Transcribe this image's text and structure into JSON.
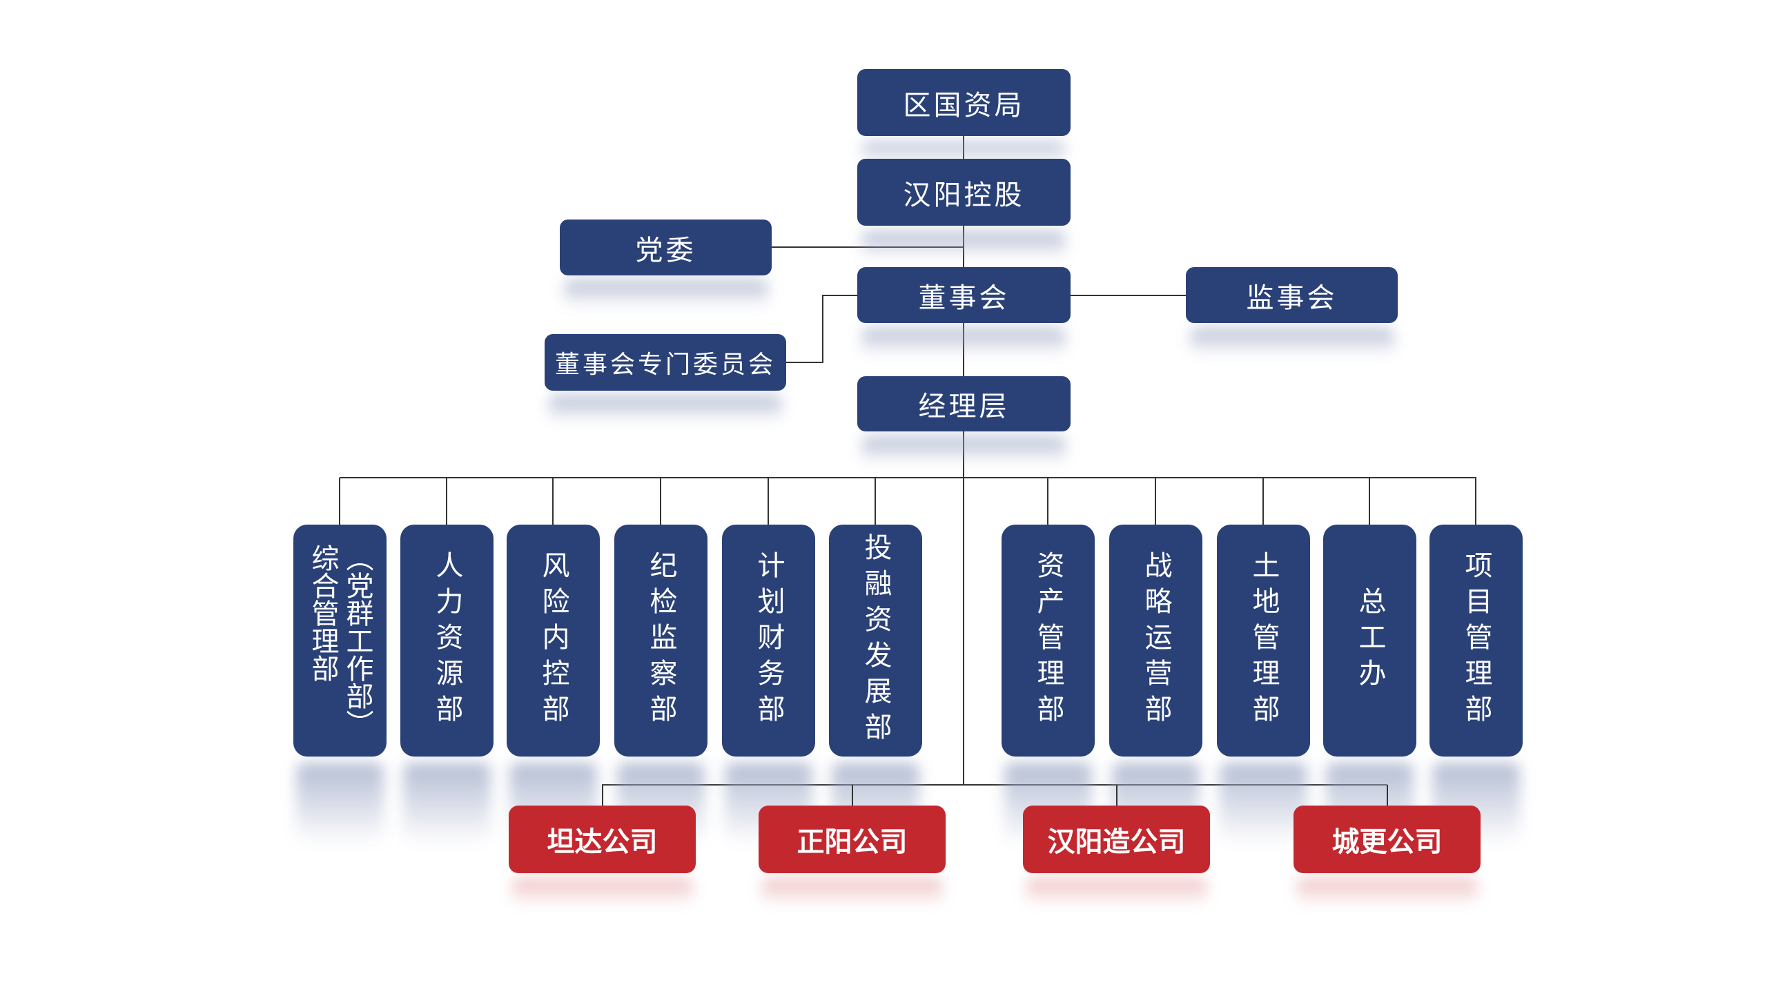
{
  "top": {
    "guoziju": "区国资局",
    "konggu": "汉阳控股",
    "dangwei": "党委",
    "dongshihui": "董事会",
    "jianshihui": "监事会",
    "zhuanmen": "董事会专门委员会",
    "jinglice": "经理层"
  },
  "departments": [
    {
      "label_main": "综合管理部",
      "label_sub": "（党群工作部）"
    },
    {
      "label": "人力资源部"
    },
    {
      "label": "风险内控部"
    },
    {
      "label": "纪检监察部"
    },
    {
      "label": "计划财务部"
    },
    {
      "label": "投融资发展部"
    },
    {
      "label": "资产管理部"
    },
    {
      "label": "战略运营部"
    },
    {
      "label": "土地管理部"
    },
    {
      "label": "总工办"
    },
    {
      "label": "项目管理部"
    }
  ],
  "companies": [
    "坦达公司",
    "正阳公司",
    "汉阳造公司",
    "城更公司"
  ],
  "colors": {
    "node_blue": "#2a4178",
    "node_red": "#c4282f",
    "line": "#333333"
  }
}
